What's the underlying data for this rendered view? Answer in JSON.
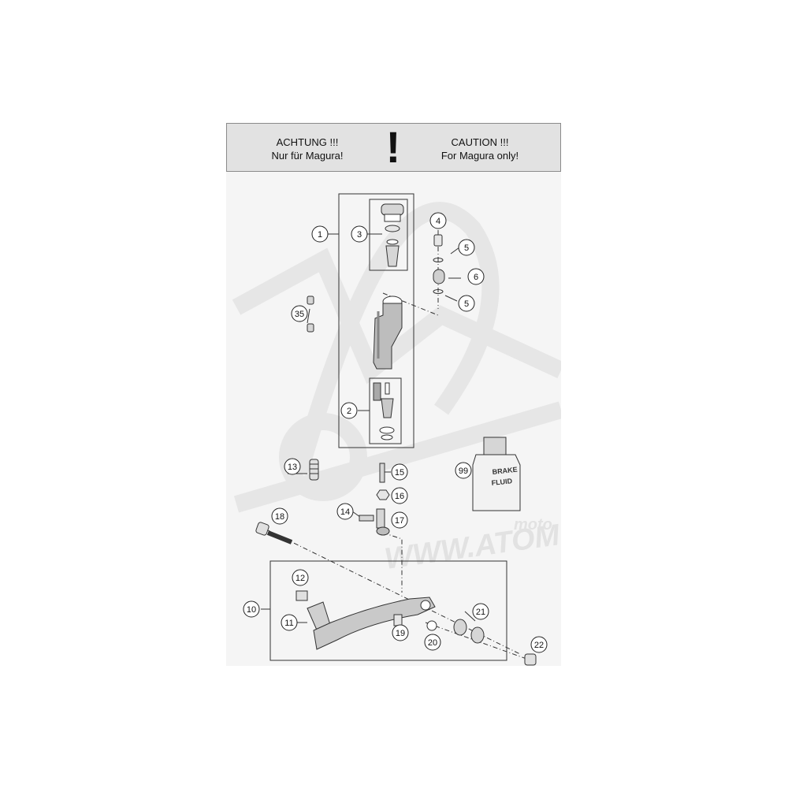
{
  "banner": {
    "german_heading": "ACHTUNG !!!",
    "german_text": "Nur für Magura!",
    "exclamation": "!",
    "english_heading": "CAUTION !!!",
    "english_text": "For Magura only!"
  },
  "brake_fluid_label": [
    "BRAKE",
    "FLUID"
  ],
  "watermark": {
    "url": "WWW.ATOM",
    "moto": "moto"
  },
  "callouts": [
    {
      "id": "c1",
      "label": "1"
    },
    {
      "id": "c2",
      "label": "2"
    },
    {
      "id": "c3",
      "label": "3"
    },
    {
      "id": "c4",
      "label": "4"
    },
    {
      "id": "c5a",
      "label": "5"
    },
    {
      "id": "c5b",
      "label": "5"
    },
    {
      "id": "c6",
      "label": "6"
    },
    {
      "id": "c35",
      "label": "35"
    },
    {
      "id": "c13",
      "label": "13"
    },
    {
      "id": "c15",
      "label": "15"
    },
    {
      "id": "c16",
      "label": "16"
    },
    {
      "id": "c14",
      "label": "14"
    },
    {
      "id": "c17",
      "label": "17"
    },
    {
      "id": "c18",
      "label": "18"
    },
    {
      "id": "c99",
      "label": "99"
    },
    {
      "id": "c12",
      "label": "12"
    },
    {
      "id": "c10",
      "label": "10"
    },
    {
      "id": "c11",
      "label": "11"
    },
    {
      "id": "c19",
      "label": "19"
    },
    {
      "id": "c20",
      "label": "20"
    },
    {
      "id": "c21",
      "label": "21"
    },
    {
      "id": "c22",
      "label": "22"
    }
  ]
}
